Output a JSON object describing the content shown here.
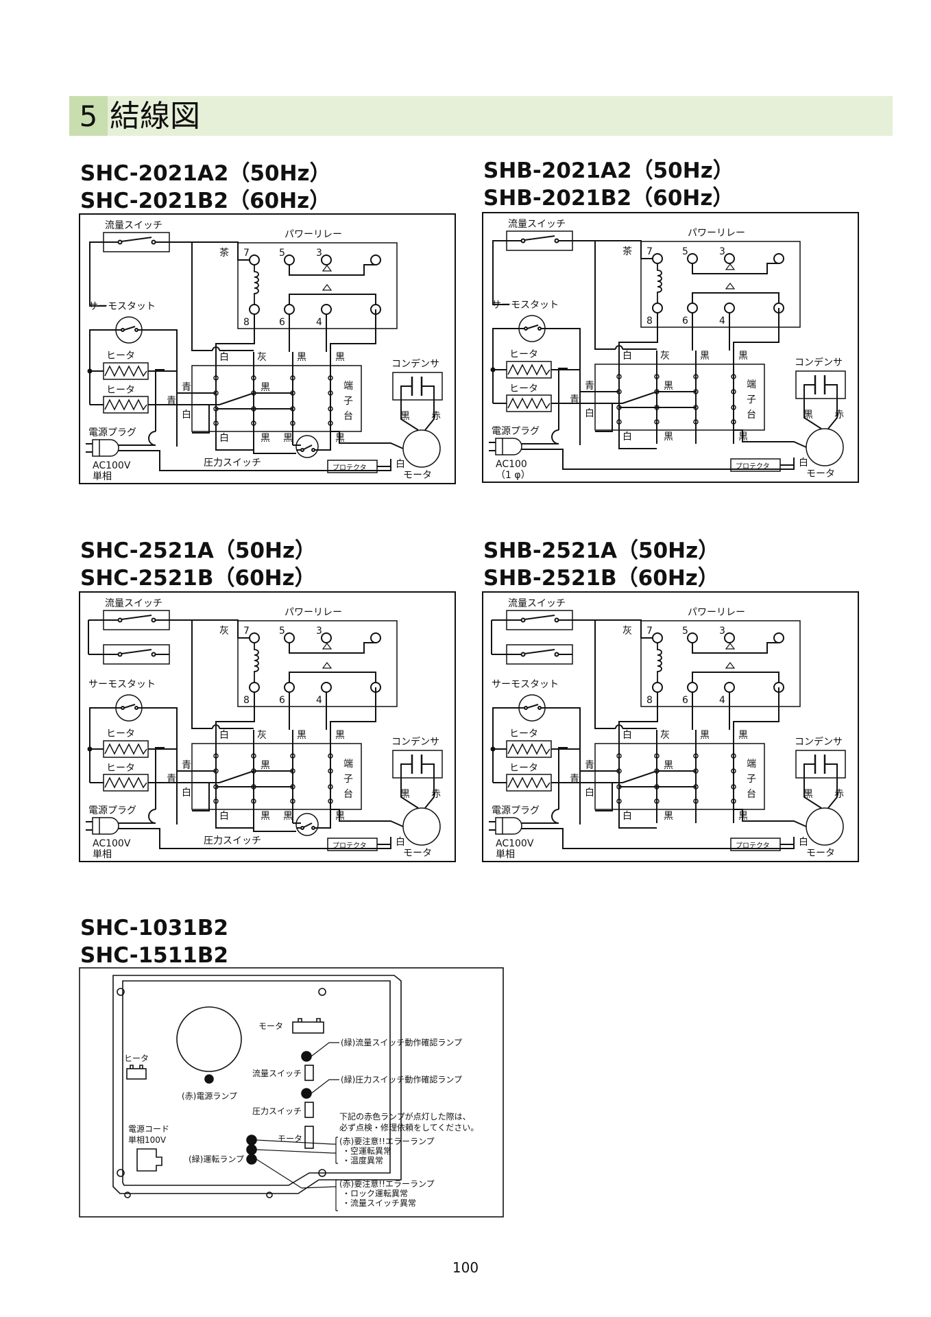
{
  "section": {
    "number": "5",
    "title": "結線図"
  },
  "page_number": "100",
  "labels": {
    "flow_switch": "流量スイッチ",
    "power_relay": "パワーリレー",
    "thermostat": "サーモスタット",
    "heater": "ヒータ",
    "condenser": "コンデンサ",
    "terminal_block": [
      "端",
      "子",
      "台"
    ],
    "power_plug": "電源プラグ",
    "pressure_switch": "圧力スイッチ",
    "protector": "プロテクタ",
    "motor": "モータ",
    "relay_terminals": {
      "t7": "7",
      "t5": "5",
      "t3": "3",
      "t8": "8",
      "t6": "6",
      "t4": "4"
    },
    "colors": {
      "brown": "茶",
      "gray": "灰",
      "white": "白",
      "black": "黒",
      "blue": "青",
      "red": "赤"
    }
  },
  "diagrams": [
    {
      "id": "d1",
      "models": [
        "SHC-2021A2（50Hz）",
        "SHC-2021B2（60Hz）"
      ],
      "supply": [
        "AC100V",
        "単相"
      ],
      "entry_color": "茶",
      "pressure_switch": true
    },
    {
      "id": "d2",
      "models": [
        "SHB-2021A2（50Hz）",
        "SHB-2021B2（60Hz）"
      ],
      "supply": [
        "AC100",
        "（1 φ）"
      ],
      "entry_color": "茶",
      "pressure_switch": false
    },
    {
      "id": "d3",
      "models": [
        "SHC-2521A（50Hz）",
        "SHC-2521B（60Hz）"
      ],
      "supply": [
        "AC100V",
        "単相"
      ],
      "entry_color": "灰",
      "pressure_switch": true
    },
    {
      "id": "d4",
      "models": [
        "SHB-2521A（50Hz）",
        "SHB-2521B（60Hz）"
      ],
      "supply": [
        "AC100V",
        "単相"
      ],
      "entry_color": "灰",
      "pressure_switch": false
    }
  ],
  "board": {
    "models": [
      "SHC-1031B2",
      "SHC-1511B2"
    ],
    "labels": {
      "motor_top": "モータ",
      "heater": "ヒータ",
      "flow_switch": "流量スイッチ",
      "pressure_switch": "圧力スイッチ",
      "motor": "モータ",
      "power_lamp": "(赤)電源ランプ",
      "power_cord": "電源コード",
      "power_cord_spec": "単相100V",
      "run_lamp": "(緑)運転ランプ",
      "flow_lamp": "(緑)流量スイッチ動作確認ランプ",
      "pressure_lamp": "(緑)圧力スイッチ動作確認ランプ",
      "note1": "下記の赤色ランプが点灯した際は、",
      "note2": "必ず点検・修理依頼をしてください。",
      "error_a_title": "(赤)要注意!!エラーランプ",
      "error_a_item1": "・空運転異常",
      "error_a_item2": "・温度異常",
      "error_b_title": "(赤)要注意!!エラーランプ",
      "error_b_item1": "・ロック運転異常",
      "error_b_item2": "・流量スイッチ異常"
    }
  }
}
